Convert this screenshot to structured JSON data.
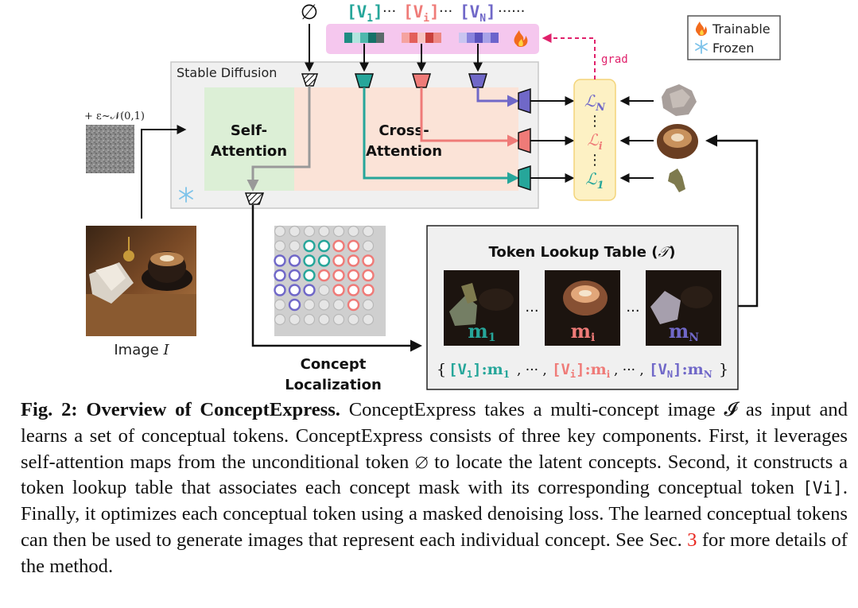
{
  "diagram": {
    "null_symbol": "∅",
    "token_seq": [
      {
        "text": "[V",
        "sub": "1",
        "close": "]",
        "color": "#26a69a"
      },
      {
        "text": "···",
        "color": "#222222"
      },
      {
        "text": "[V",
        "sub": "i",
        "close": "]",
        "color": "#ef7b78"
      },
      {
        "text": "···",
        "color": "#222222"
      },
      {
        "text": "[V",
        "sub": "N",
        "close": "]",
        "color": "#7068c8"
      },
      {
        "text": "······",
        "color": "#222222"
      }
    ],
    "legend": {
      "trainable": "Trainable",
      "frozen": "Frozen"
    },
    "grad_label": "grad",
    "sd_label": "Stable Diffusion",
    "noise_label": "+ ε~𝒩(0,1)",
    "self_attention": [
      "Self-",
      "Attention"
    ],
    "cross_attention": [
      "Cross-",
      "Attention"
    ],
    "losses": {
      "top": "ℒ",
      "top_sub": "N",
      "mid": "ℒ",
      "mid_sub": "i",
      "bot": "ℒ",
      "bot_sub": "1",
      "dots": "⋮"
    },
    "image_label": "Image",
    "image_symbol": "I",
    "concept_localization": [
      "Concept",
      "Localization"
    ],
    "lookup_title": "Token Lookup Table (",
    "lookup_symbol": "𝒯",
    "lookup_close": ")",
    "masks": [
      {
        "label": "m",
        "sub": "1",
        "color": "#26a69a"
      },
      {
        "label": "m",
        "sub": "i",
        "color": "#ef7b78"
      },
      {
        "label": "m",
        "sub": "N",
        "color": "#7068c8"
      }
    ],
    "mask_dots": "···",
    "mapping": [
      {
        "tok": "[V",
        "sub": "1",
        "close": "]",
        "m": ":m",
        "msub": "1",
        "color": "#26a69a"
      },
      {
        "tok": "[V",
        "sub": "i",
        "close": "]",
        "m": ":m",
        "msub": "i",
        "color": "#ef7b78"
      },
      {
        "tok": "[V",
        "sub": "N",
        "close": "]",
        "m": ":m",
        "msub": "N",
        "color": "#7068c8"
      }
    ],
    "mapping_open": "{",
    "mapping_close": "}",
    "mapping_sep": ", ··· ,",
    "colors": {
      "teal": "#26a69a",
      "salmon": "#ef7b78",
      "purple": "#7068c8",
      "gray_box": "#f0f0f0",
      "self_attn_bg": "#dcefd6",
      "cross_attn_bg": "#fbe3d7",
      "loss_bg": "#fdf1c4",
      "token_bg": "#f5c7ee",
      "grad_color": "#e0216b"
    }
  },
  "caption": {
    "fig_label": "Fig. 2: Overview of ConceptExpress.",
    "part1": " ConceptExpress takes a multi-concept image ",
    "image_symbol": "𝓘",
    "part2": " as input and learns a set of conceptual tokens. ConceptExpress consists of three key components. First, it leverages self-attention maps from the unconditional token ∅ to locate the latent concepts. Second, it constructs a token lookup table that associates each concept mask with its corresponding conceptual token ",
    "token": "[Vi]",
    "part3": ". Finally, it optimizes each conceptual token using a masked denoising loss. The learned conceptual tokens can then be used to generate images that represent each individual concept. See Sec. ",
    "section_ref": "3",
    "part4": " for more details of the method."
  }
}
